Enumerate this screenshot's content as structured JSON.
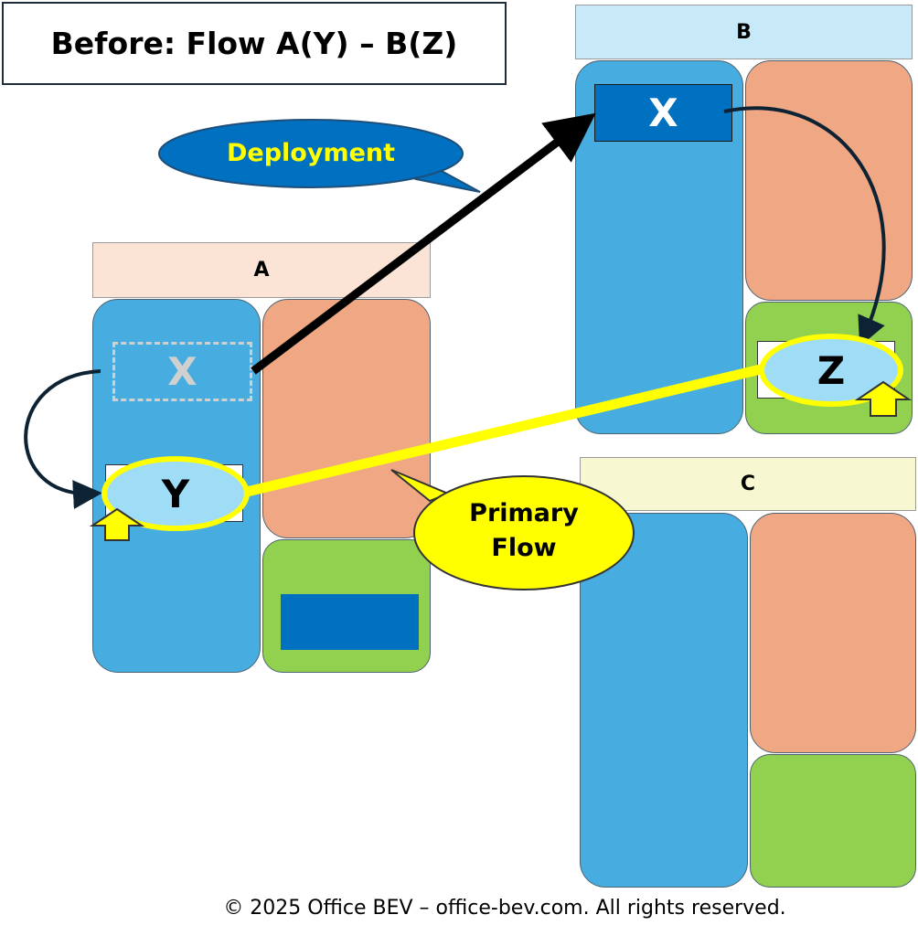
{
  "title": "Before: Flow A(Y) – B(Z)",
  "panels": {
    "a": {
      "label": "A"
    },
    "b": {
      "label": "B"
    },
    "c": {
      "label": "C"
    }
  },
  "items": {
    "x_ghost": "X",
    "x_moved": "X",
    "y": "Y",
    "z": "Z"
  },
  "callouts": {
    "deployment": "Deployment",
    "primary_flow": "Primary\nFlow"
  },
  "colors": {
    "blue": "#47ade0",
    "salmon": "#f0a784",
    "green": "#92d050",
    "dark_blue": "#0070c0",
    "highlight": "#ffff00"
  },
  "footer": "© 2025 Office BEV – office-bev.com. All rights reserved."
}
